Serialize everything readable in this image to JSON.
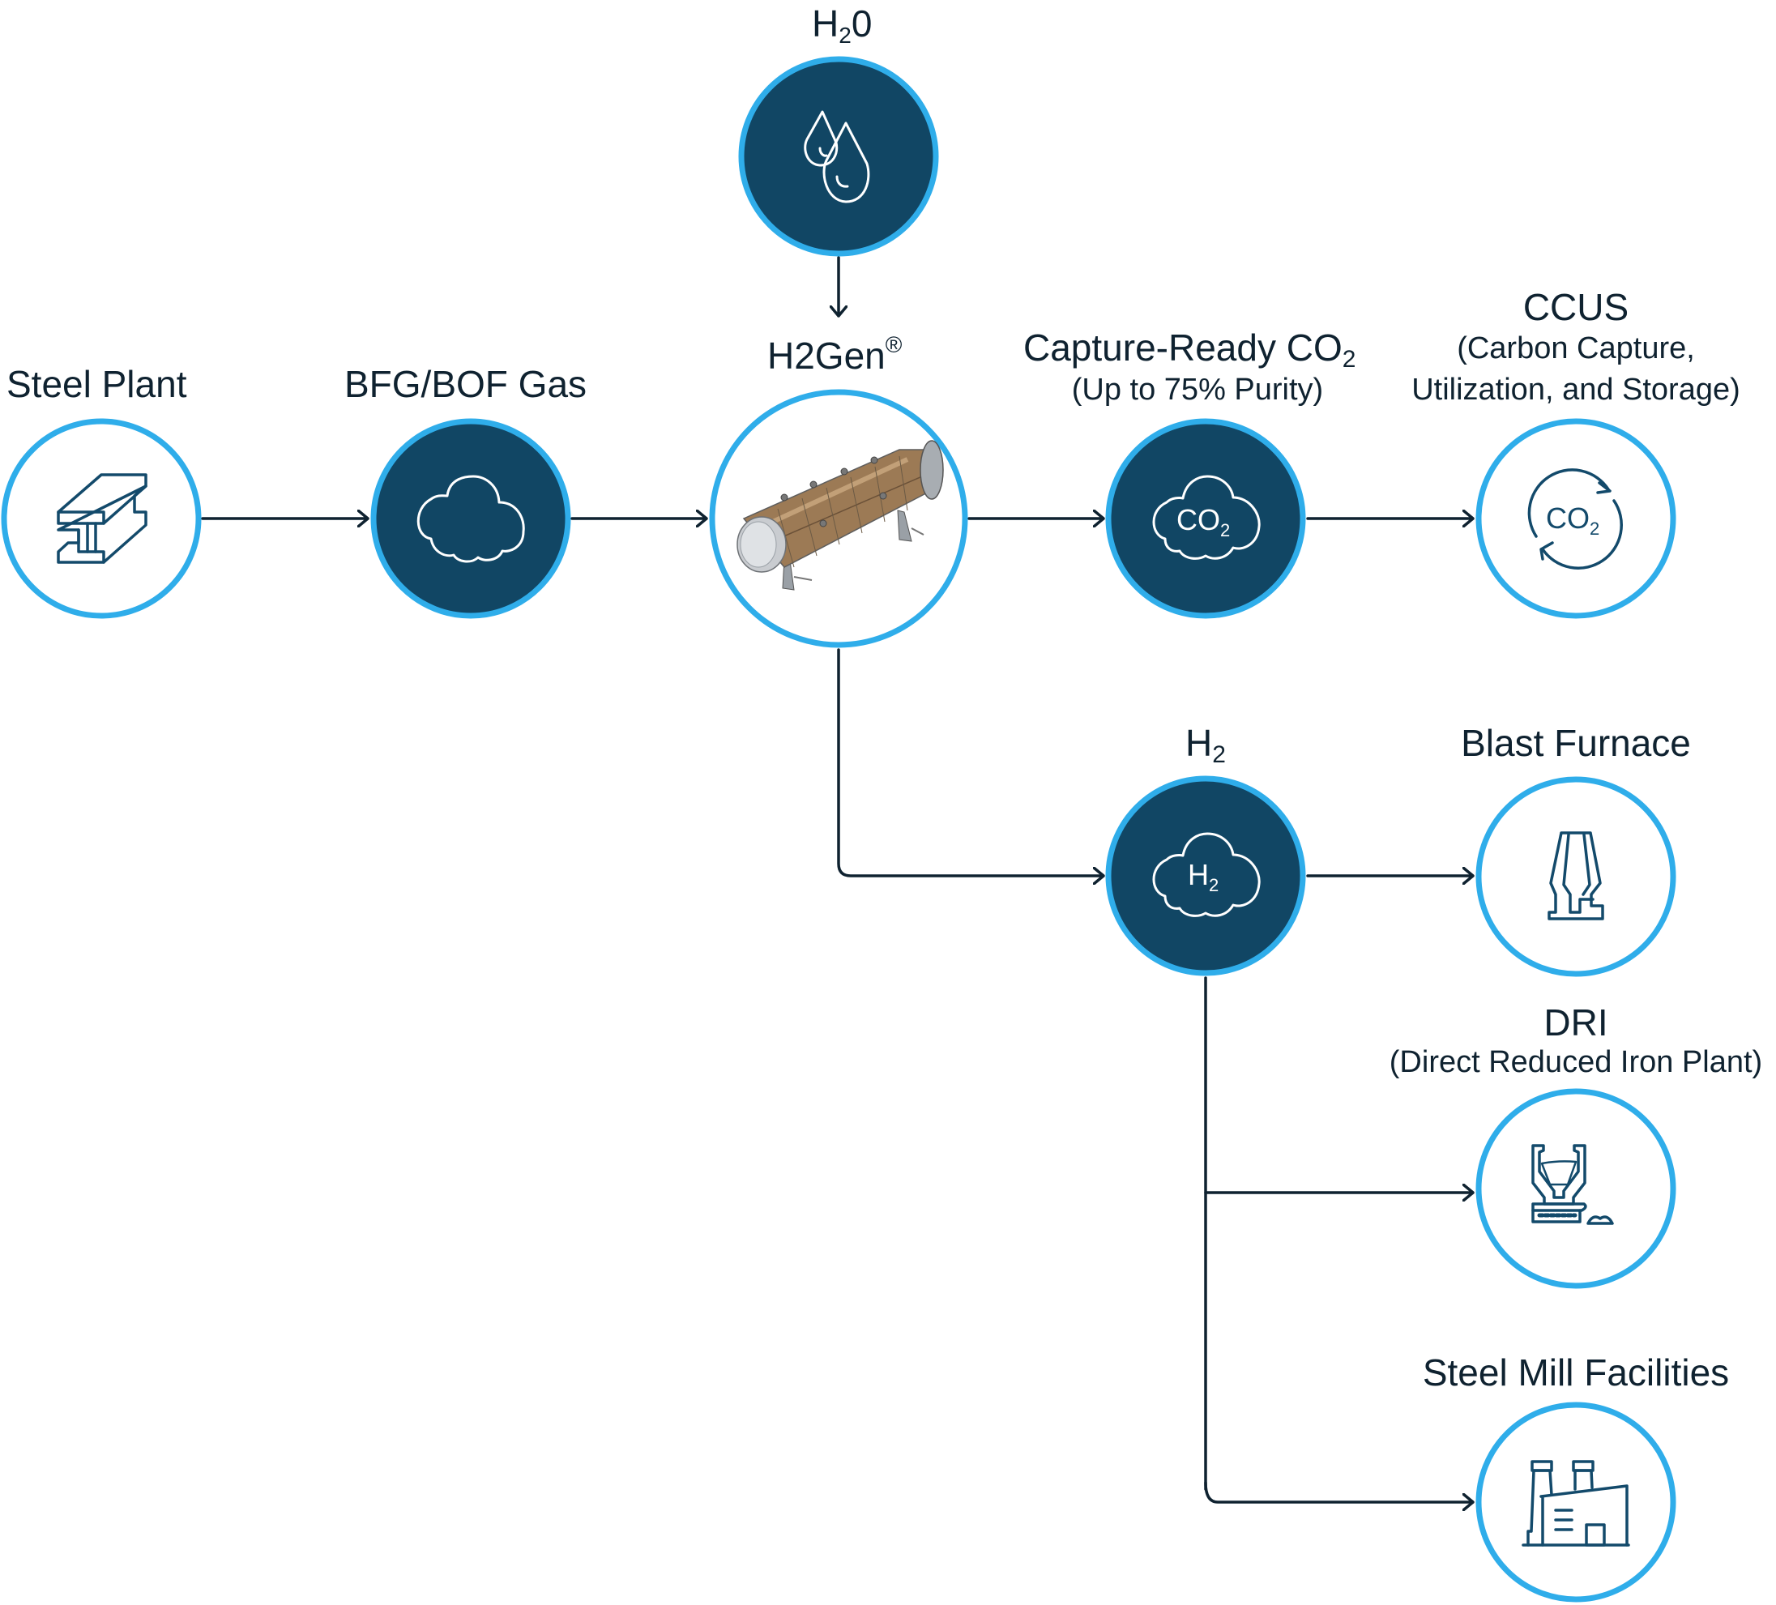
{
  "diagram": {
    "title": "H2Gen steel plant hydrogen process flow",
    "colors": {
      "ring": "#2fadea",
      "dark_fill": "#114664",
      "text": "#0f2230",
      "icon_stroke": "#134a6b"
    },
    "nodes": {
      "steel_plant": {
        "label": "Steel Plant",
        "icon": "i-beam-icon",
        "style": "light"
      },
      "bfg_gas": {
        "label": "BFG/BOF Gas",
        "icon": "cloud-icon",
        "style": "dark"
      },
      "h2o": {
        "label_main": "H",
        "label_sub": "2",
        "label_tail": "0",
        "icon": "water-drops-icon",
        "style": "dark"
      },
      "h2gen": {
        "label": "H2Gen",
        "label_mark": "®",
        "icon": "reactor-vessel-icon",
        "style": "light"
      },
      "co2": {
        "label_main": "Capture-Ready CO",
        "label_sub": "2",
        "sublabel": "(Up to 75% Purity)",
        "icon": "co2-cloud-icon",
        "icon_text": "CO",
        "icon_text_sub": "2",
        "style": "dark"
      },
      "ccus": {
        "label": "CCUS",
        "sublabel_1": "(Carbon Capture,",
        "sublabel_2": "Utilization, and Storage)",
        "icon": "co2-recycle-icon",
        "icon_text": "CO",
        "icon_text_sub": "2",
        "style": "light"
      },
      "h2": {
        "label_main": "H",
        "label_sub": "2",
        "icon": "h2-cloud-icon",
        "icon_text": "H",
        "icon_text_sub": "2",
        "style": "dark"
      },
      "blast_furnace": {
        "label": "Blast Furnace",
        "icon": "blast-furnace-icon",
        "style": "light"
      },
      "dri": {
        "label": "DRI",
        "sublabel": "(Direct Reduced Iron Plant)",
        "icon": "dri-plant-icon",
        "style": "light"
      },
      "steel_mill": {
        "label": "Steel Mill Facilities",
        "icon": "factory-icon",
        "style": "light"
      }
    },
    "edges": [
      {
        "from": "steel_plant",
        "to": "bfg_gas"
      },
      {
        "from": "bfg_gas",
        "to": "h2gen"
      },
      {
        "from": "h2o",
        "to": "h2gen"
      },
      {
        "from": "h2gen",
        "to": "co2"
      },
      {
        "from": "co2",
        "to": "ccus"
      },
      {
        "from": "h2gen",
        "to": "h2"
      },
      {
        "from": "h2",
        "to": "blast_furnace"
      },
      {
        "from": "h2",
        "to": "dri"
      },
      {
        "from": "h2",
        "to": "steel_mill"
      }
    ]
  }
}
